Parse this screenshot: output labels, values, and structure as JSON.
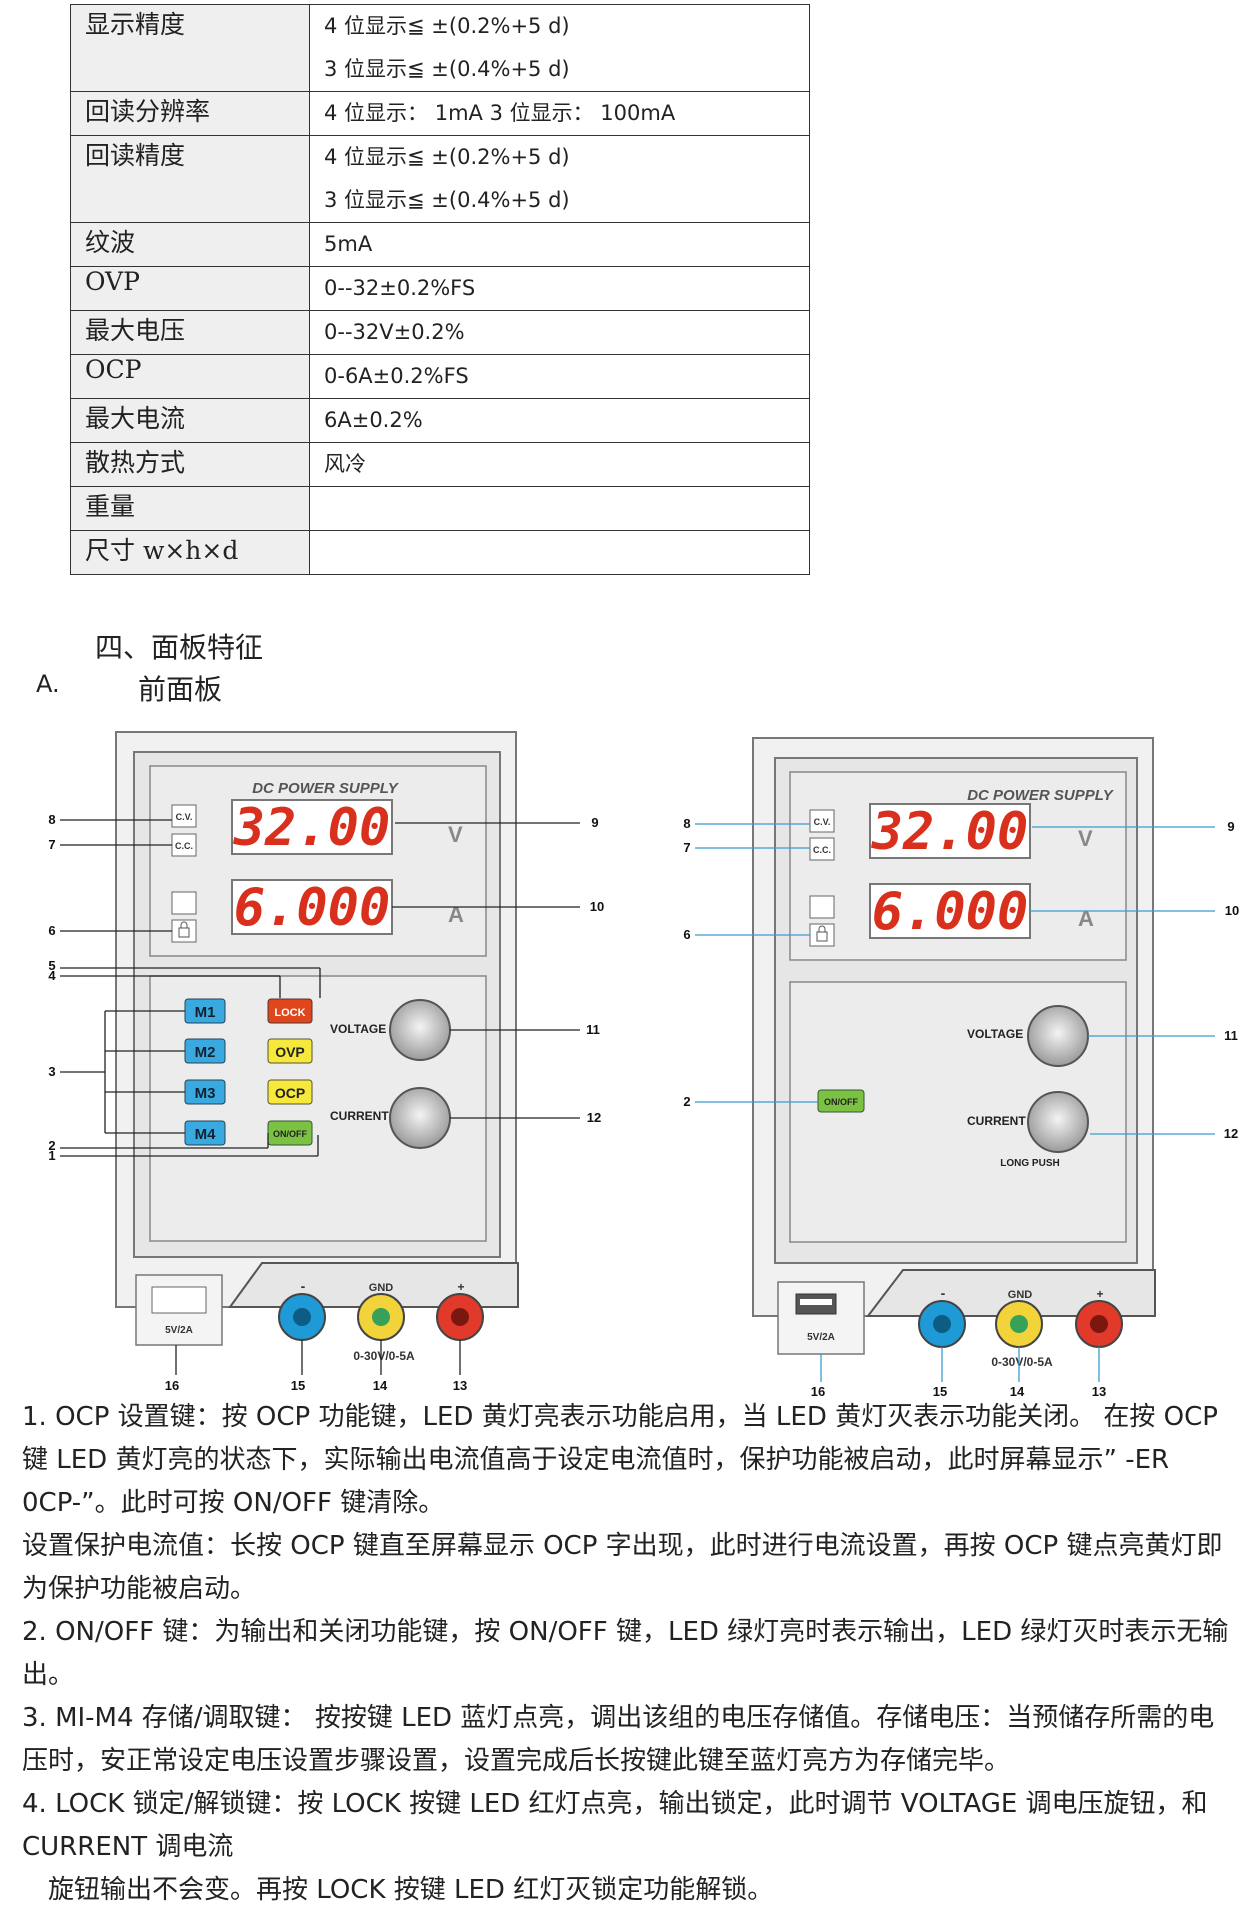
{
  "spec_rows": [
    {
      "key": "显示精度",
      "values": [
        "4 位显示≦ ±(0.2%+5 d)",
        "3 位显示≦ ±(0.4%+5 d)"
      ]
    },
    {
      "key": "回读分辨率",
      "values": [
        "4 位显示： 1mA 3 位显示： 100mA"
      ]
    },
    {
      "key": "回读精度",
      "values": [
        "4 位显示≦ ±(0.2%+5 d)",
        "3 位显示≦ ±(0.4%+5 d)"
      ]
    },
    {
      "key": "纹波",
      "values": [
        "5mA"
      ]
    },
    {
      "key": "OVP",
      "values": [
        "0--32±0.2%FS"
      ]
    },
    {
      "key": "最大电压",
      "values": [
        "0--32V±0.2%"
      ]
    },
    {
      "key": "OCP",
      "values": [
        "0-6A±0.2%FS"
      ]
    },
    {
      "key": "最大电流",
      "values": [
        "6A±0.2%"
      ]
    },
    {
      "key": "散热方式",
      "values": [
        "风冷"
      ]
    },
    {
      "key": "重量",
      "values": [
        ""
      ]
    },
    {
      "key": "尺寸 w×h×d",
      "values": [
        ""
      ]
    }
  ],
  "section_title": "四、面板特征",
  "sub_label": "A.",
  "sub_title": "前面板",
  "panel": {
    "brand": "DC POWER SUPPLY",
    "voltage_display": "32.00",
    "current_display": "6.000",
    "unit_v": "V",
    "unit_a": "A",
    "cv": "C.V.",
    "cc": "C.C.",
    "memory_keys": [
      "M1",
      "M2",
      "M3",
      "M4"
    ],
    "func_keys": [
      "LOCK",
      "OVP",
      "OCP",
      "ON/OFF"
    ],
    "on_off": "ON/OFF",
    "voltage_label": "VOLTAGE",
    "current_label": "CURRENT",
    "long_push": "LONG PUSH",
    "usb_label": "5V/2A",
    "minus": "-",
    "gnd": "GND",
    "plus": "+",
    "rating": "0-30V/0-5A",
    "colors": {
      "lock": "#e0461c",
      "ovp": "#f7e93c",
      "ocp": "#f7e93c",
      "onoff": "#7cc242",
      "mkey": "#3aa9df",
      "jack_blue": "#1e9ad6",
      "jack_yellow": "#f3d33a",
      "jack_red": "#e23a2a",
      "digits": "#d8301c"
    }
  },
  "callouts_left": [
    "8",
    "7",
    "6",
    "5",
    "4",
    "3",
    "2",
    "1",
    "9",
    "10",
    "11",
    "12",
    "16",
    "15",
    "14",
    "13"
  ],
  "callouts_right": [
    "8",
    "7",
    "6",
    "2",
    "9",
    "10",
    "11",
    "12",
    "16",
    "15",
    "14",
    "13"
  ],
  "paragraphs": [
    "1. OCP 设置键：按 OCP 功能键，LED 黄灯亮表示功能启用，当 LED 黄灯灭表示功能关闭。 在按 OCP 键 LED 黄灯亮的状态下，实际输出电流值高于设定电流值时，保护功能被启动，此时屏幕显示” -ER 0CP-”。此时可按 ON/OFF 键清除。",
    "设置保护电流值：长按 OCP 键直至屏幕显示 OCP 字出现，此时进行电流设置，再按 OCP 键点亮黄灯即为保护功能被启动。",
    "2. ON/OFF 键：为输出和关闭功能键，按 ON/OFF 键，LED 绿灯亮时表示输出，LED 绿灯灭时表示无输出。",
    "3. MI-M4 存储/调取键： 按按键 LED 蓝灯点亮，调出该组的电压存储值。存储电压：当预储存所需的电压时，安正常设定电压设置步骤设置，设置完成后长按键此键至蓝灯亮方为存储完毕。",
    "4. LOCK 锁定/解锁键：按 LOCK 按键 LED 红灯点亮，输出锁定，此时调节 VOLTAGE 调电压旋钮，和 CURRENT 调电流",
    "旋钮输出不会变。再按 LOCK 按键 LED 红灯灭锁定功能解锁。"
  ]
}
